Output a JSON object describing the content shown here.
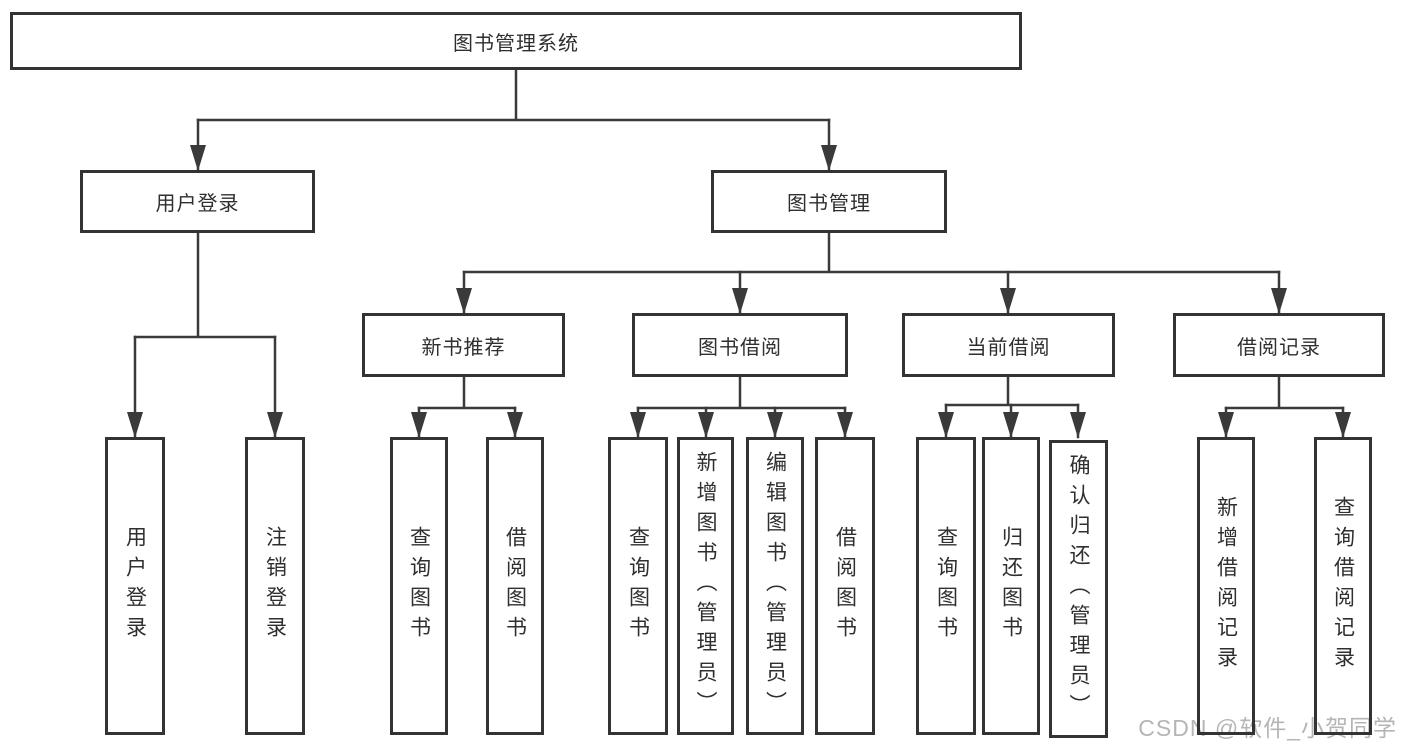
{
  "nodes": {
    "root": "图书管理系统",
    "user_login": "用户登录",
    "book_mgmt": "图书管理",
    "new_books": "新书推荐",
    "book_borrow": "图书借阅",
    "current_borrow": "当前借阅",
    "borrow_records": "借阅记录"
  },
  "leaves": {
    "user_login": [
      "用户登录",
      "注销登录"
    ],
    "new_books": [
      "查询图书",
      "借阅图书"
    ],
    "book_borrow": [
      "查询图书",
      "新增图书（管理员）",
      "编辑图书（管理员）",
      "借阅图书"
    ],
    "current_borrow": [
      "查询图书",
      "归还图书",
      "确认归还（管理员）"
    ],
    "borrow_records": [
      "新增借阅记录",
      "查询借阅记录"
    ]
  },
  "watermark": "CSDN @软件_小贺同学",
  "colors": {
    "line": "#3a3a3a",
    "box_border": "#333333",
    "text": "#2f2f2f",
    "watermark": "#b5b5b5",
    "background": "#ffffff"
  }
}
